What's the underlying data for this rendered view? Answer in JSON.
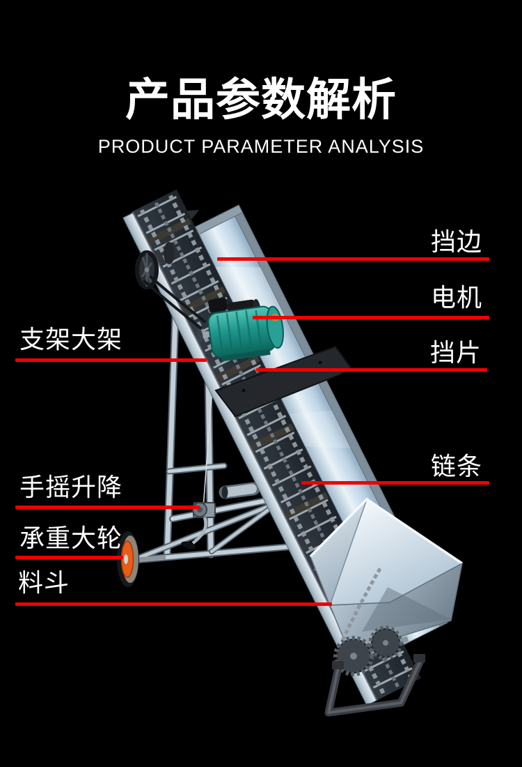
{
  "header": {
    "title": "产品参数解析",
    "subtitle": "PRODUCT PARAMETER ANALYSIS"
  },
  "callouts": {
    "right": [
      {
        "label": "挡边"
      },
      {
        "label": "电机"
      },
      {
        "label": "挡片"
      },
      {
        "label": "链条"
      }
    ],
    "left": [
      {
        "label": "支架大架"
      },
      {
        "label": "手摇升降"
      },
      {
        "label": "承重大轮"
      },
      {
        "label": "料斗"
      }
    ]
  },
  "colors": {
    "background": "#000000",
    "callout_red": "#ee0202",
    "text_white": "#ffffff",
    "motor_teal": "#1e958a",
    "wheel_hub_orange": "#e85d16",
    "galvanized_metal": "#bcd4e6"
  }
}
